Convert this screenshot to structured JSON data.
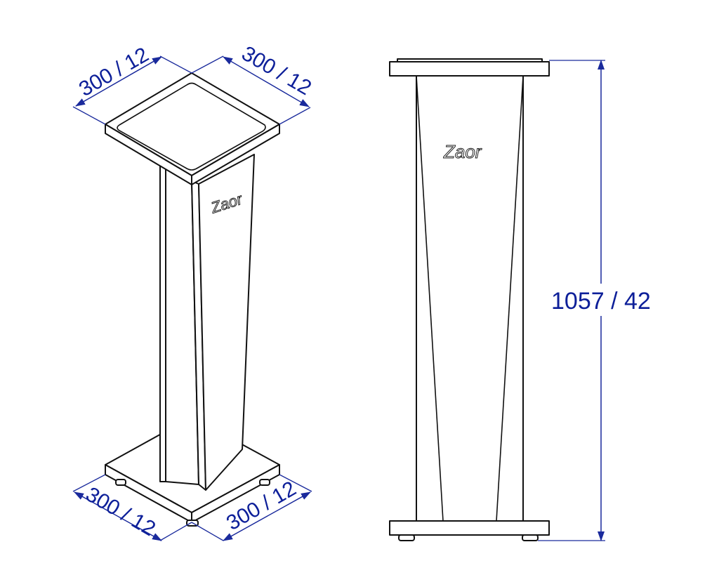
{
  "brand": "Zaor",
  "dimensions": {
    "top_width": "300 / 12",
    "top_depth": "300 / 12",
    "base_width": "300 / 12",
    "base_depth": "300 / 12",
    "height": "1057 / 42"
  },
  "colors": {
    "dimension": "#1a2a9c",
    "outline": "#111111"
  }
}
